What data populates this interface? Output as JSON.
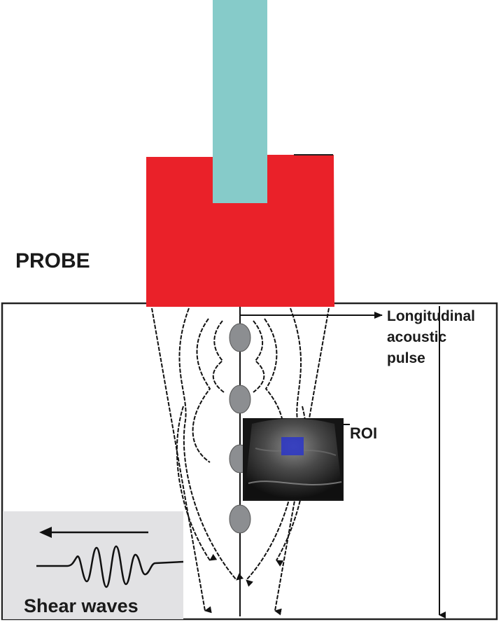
{
  "labels": {
    "probe": "PROBE",
    "pulse_line1": "Longitudinal",
    "pulse_line2": "acoustic",
    "pulse_line3": "pulse",
    "roi": "ROI",
    "shear_waves": "Shear waves"
  },
  "colors": {
    "shaft": "#86cbc9",
    "probe": "#ea2129",
    "tissue_border": "#222222",
    "focal_spot": "#8c8e91",
    "legend_box": "#e2e2e4",
    "roi_background": "#151515",
    "roi_highlight": "#2a35c8"
  },
  "focal_spots_count": 4,
  "icons": [
    "left-arrow-icon",
    "wave-icon"
  ]
}
